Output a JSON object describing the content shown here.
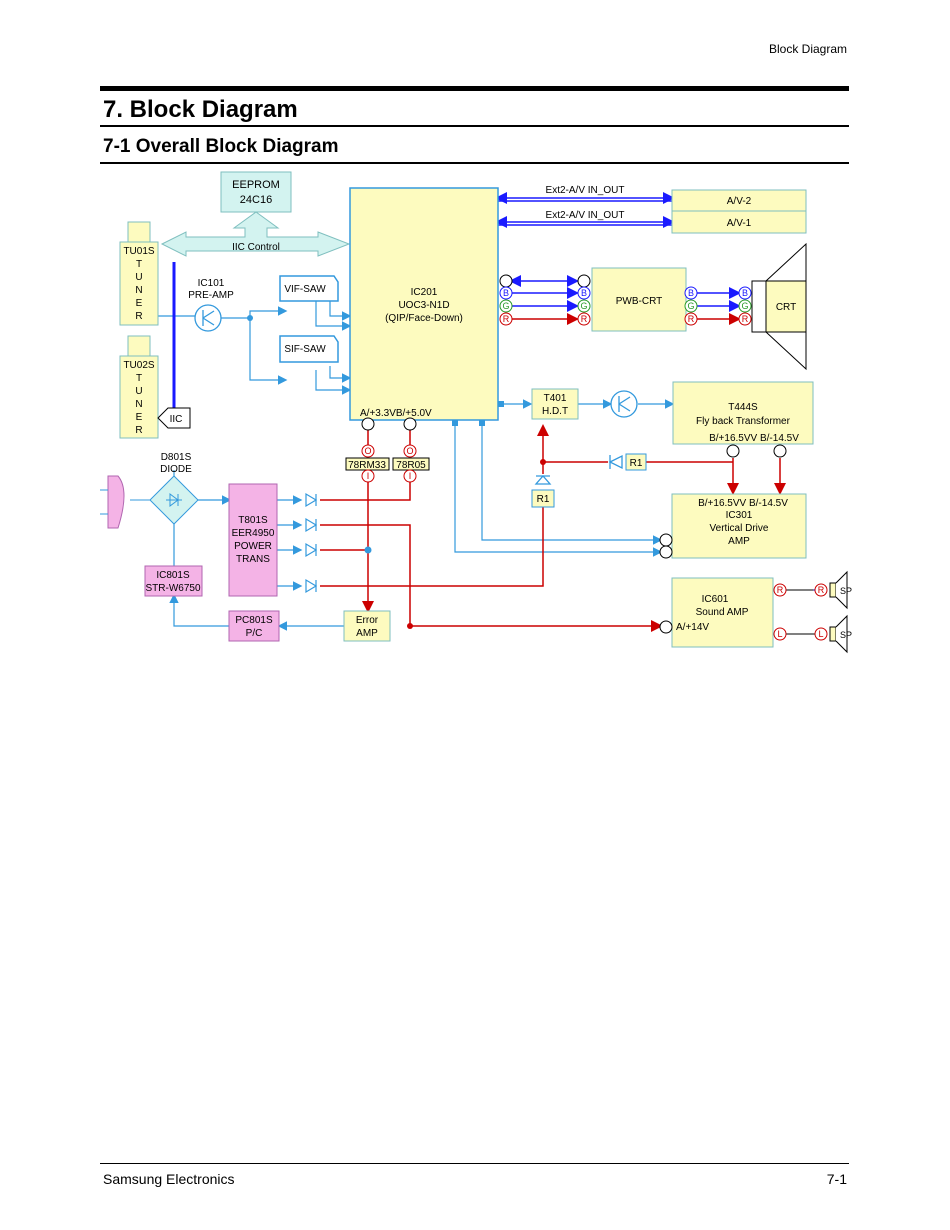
{
  "header": {
    "section": "Block Diagram"
  },
  "title": "7. Block Diagram",
  "subtitle": "7-1 Overall Block Diagram",
  "footer": {
    "company": "Samsung Electronics",
    "page": "7-1"
  },
  "diagram": {
    "eeprom": [
      "EEPROM",
      "24C16"
    ],
    "iic_control": "IIC Control",
    "tuner1": [
      "TU01S",
      "T",
      "U",
      "N",
      "E",
      "R"
    ],
    "tuner2": [
      "TU02S",
      "T",
      "U",
      "N",
      "E",
      "R"
    ],
    "ic101": [
      "IC101",
      "PRE-AMP"
    ],
    "vif_saw": "VIF-SAW",
    "sif_saw": "SIF-SAW",
    "iic": "IIC",
    "ic201": [
      "IC201",
      "UOC3-N1D",
      "(QIP/Face-Down)"
    ],
    "ic201_pins": "A/+3.3VB/+5.0V",
    "ext_top": "Ext2-A/V IN_OUT",
    "ext_bottom": "Ext2-A/V IN_OUT",
    "av2": "A/V-2",
    "av1": "A/V-1",
    "pwb_crt": "PWB-CRT",
    "crt": "CRT",
    "rgb": [
      "B",
      "G",
      "R"
    ],
    "t401": [
      "T401",
      "H.D.T"
    ],
    "t444s": [
      "T444S",
      "Fly back Transformer"
    ],
    "t444s_out": "B/+16.5VV B/-14.5V",
    "reg1": "78RM33",
    "reg2": "78R05",
    "reg_o": "O",
    "reg_i": "I",
    "d801s": [
      "D801S",
      "DIODE"
    ],
    "t801s": [
      "T801S",
      "EER4950",
      "POWER",
      "TRANS"
    ],
    "ic801s": [
      "IC801S",
      "STR-W6750"
    ],
    "pc801s": [
      "PC801S",
      "P/C"
    ],
    "error_amp": [
      "Error",
      "AMP"
    ],
    "r1_top": "R1",
    "r1_bottom": "R1",
    "ic301_in": "B/+16.5VV B/-14.5V",
    "ic301": [
      "IC301",
      "Vertical Drive",
      "AMP"
    ],
    "ic601": [
      "IC601",
      "Sound AMP"
    ],
    "ic601_pin": "A/+14V",
    "sp": "SP",
    "sp_r": "R",
    "sp_l": "L",
    "colors": {
      "blue_line": "#1a1aff",
      "red_line": "#cc0000",
      "light_blue": "#3399dd",
      "box_fill": "#fdfbbf",
      "pink_fill": "#f4b3e6",
      "cyan_fill": "#d3f3f0"
    }
  }
}
